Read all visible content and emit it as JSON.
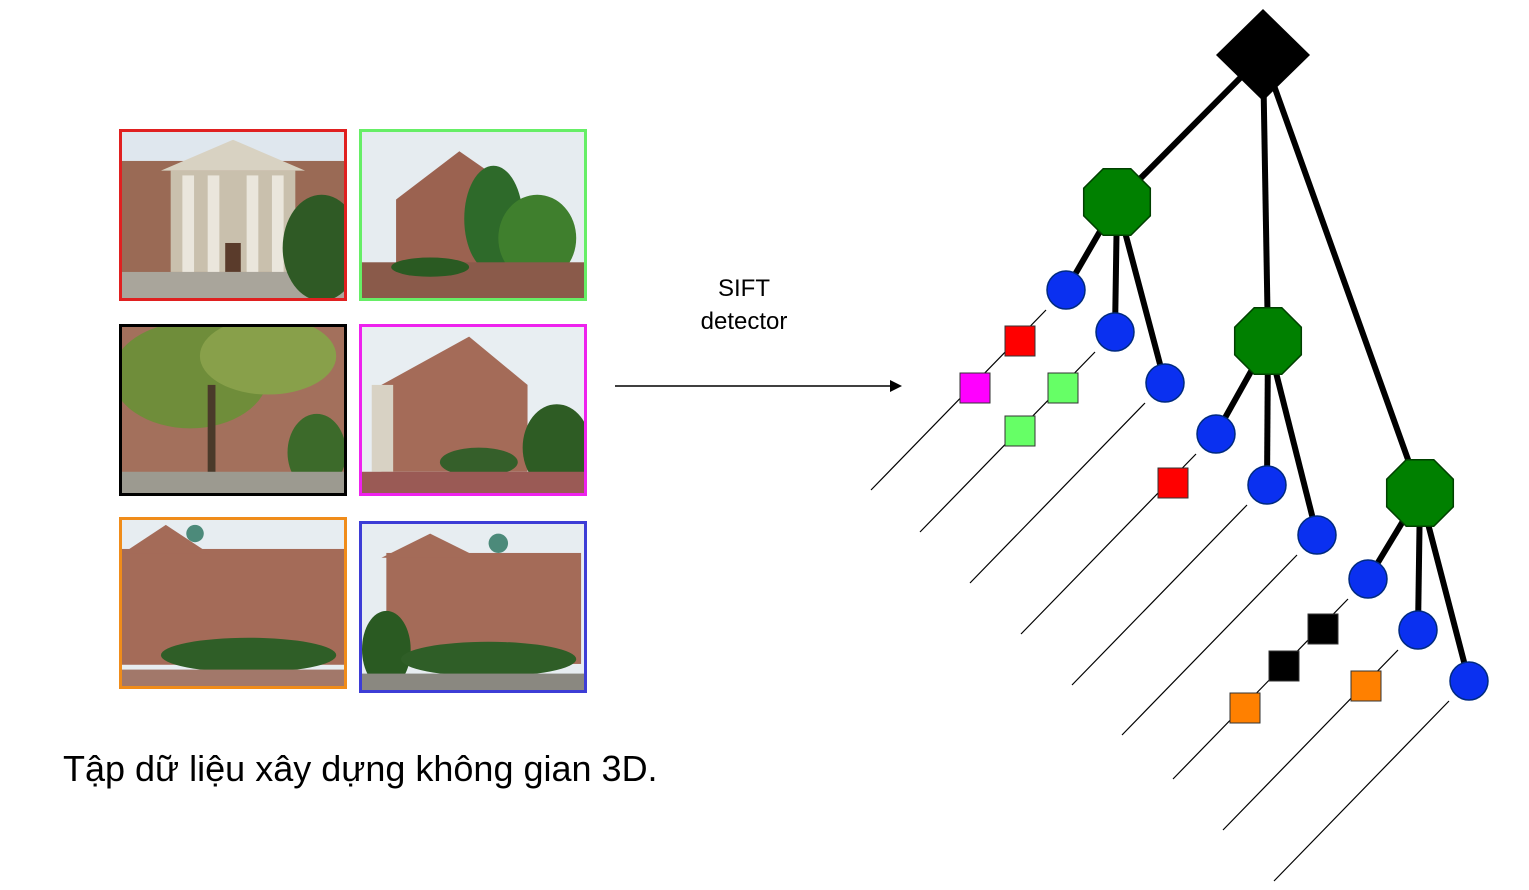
{
  "caption": "Tập dữ liệu xây dựng không gian 3D.",
  "arrow": {
    "label_line1": "SIFT",
    "label_line2": "detector"
  },
  "photos": [
    {
      "name": "photo-red",
      "frame_color": "#e02020"
    },
    {
      "name": "photo-green",
      "frame_color": "#66ee66"
    },
    {
      "name": "photo-black",
      "frame_color": "#000000"
    },
    {
      "name": "photo-magenta",
      "frame_color": "#ee22ee"
    },
    {
      "name": "photo-orange",
      "frame_color": "#f08c1a"
    },
    {
      "name": "photo-blue",
      "frame_color": "#3d3dd6"
    }
  ],
  "tree": {
    "root_shape": "diamond",
    "root_color": "#000000",
    "inner_node_shape": "octagon",
    "inner_node_color": "#008000",
    "leaf_node_shape": "circle",
    "leaf_node_color": "#0a30f0",
    "feature_shape": "square",
    "feature_colors": [
      "#ff0000",
      "#ff00ff",
      "#66ff66",
      "#66ff66",
      "#ff0000",
      "#000000",
      "#000000",
      "#ff8000",
      "#ff8000"
    ]
  }
}
